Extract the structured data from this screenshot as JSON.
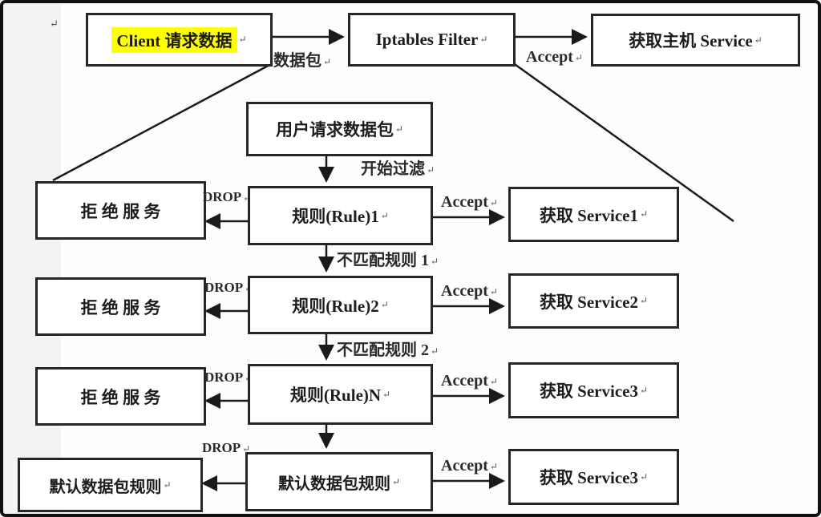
{
  "return_mark": "↵",
  "colors": {
    "highlight": "#ffff00",
    "line": "#1a1a1a",
    "box_bg": "#ffffff"
  },
  "top": {
    "client": "Client 请求数据",
    "filter": "Iptables Filter",
    "host": "获取主机 Service",
    "packet_label": "数据包",
    "accept_label": "Accept"
  },
  "flow": {
    "request": "用户请求数据包",
    "start_label": "开始过滤",
    "rows": [
      {
        "left": "拒 绝 服 务",
        "drop": "DROP",
        "center": "规则(Rule)1",
        "accept": "Accept",
        "right": "获取 Service1",
        "next_label": "不匹配规则 1"
      },
      {
        "left": "拒 绝 服 务",
        "drop": "DROP",
        "center": "规则(Rule)2",
        "accept": "Accept",
        "right": "获取 Service2",
        "next_label": "不匹配规则 2"
      },
      {
        "left": "拒 绝 服 务",
        "drop": "DROP",
        "center": "规则(Rule)N",
        "accept": "Accept",
        "right": "获取 Service3"
      },
      {
        "left": "默认数据包规则",
        "drop": "DROP",
        "center": "默认数据包规则",
        "accept": "Accept",
        "right": "获取 Service3"
      }
    ]
  }
}
